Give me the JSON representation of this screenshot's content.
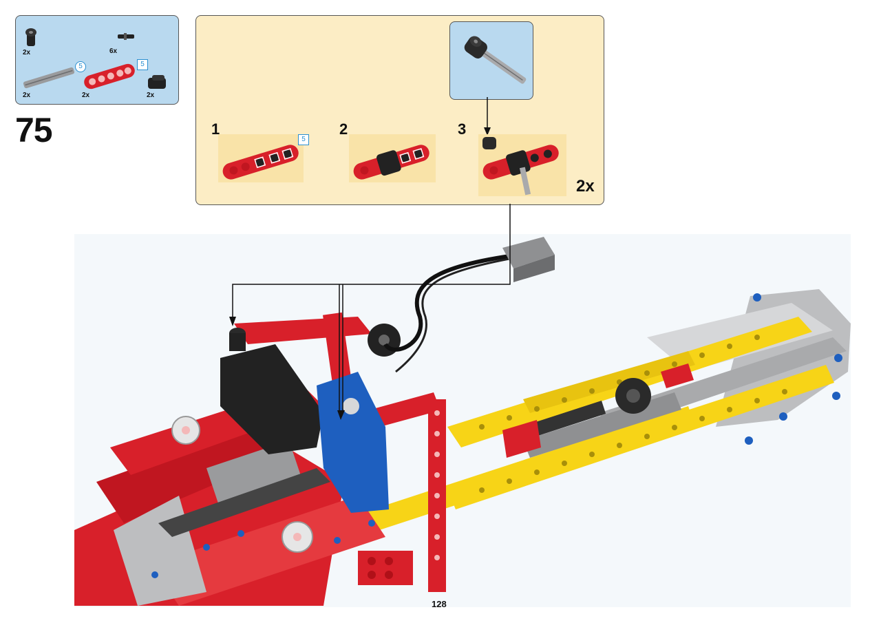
{
  "parts_list": {
    "items": [
      {
        "qty": "2x",
        "icon": "black-angle-connector-icon"
      },
      {
        "qty": "6x",
        "icon": "black-pin-icon"
      },
      {
        "qty": "2x",
        "icon": "grey-axle-icon",
        "length_badge": "5"
      },
      {
        "qty": "2x",
        "icon": "red-beam-icon",
        "length_badge": "5"
      },
      {
        "qty": "2x",
        "icon": "black-connector-block-icon"
      }
    ]
  },
  "step": {
    "number": "75"
  },
  "sub_assembly": {
    "steps": [
      {
        "label": "1",
        "length_badge": "5"
      },
      {
        "label": "2"
      },
      {
        "label": "3"
      }
    ],
    "multiplier": "2x"
  },
  "page": {
    "number": "128"
  },
  "colors": {
    "parts_panel": "#b9d9ef",
    "sub_panel": "#fcedc5",
    "technic_red": "#d8202a",
    "technic_yellow": "#f7d417",
    "technic_grey": "#a9aaac",
    "technic_blue": "#1e5fbf",
    "badge_blue": "#2a8fd0"
  }
}
